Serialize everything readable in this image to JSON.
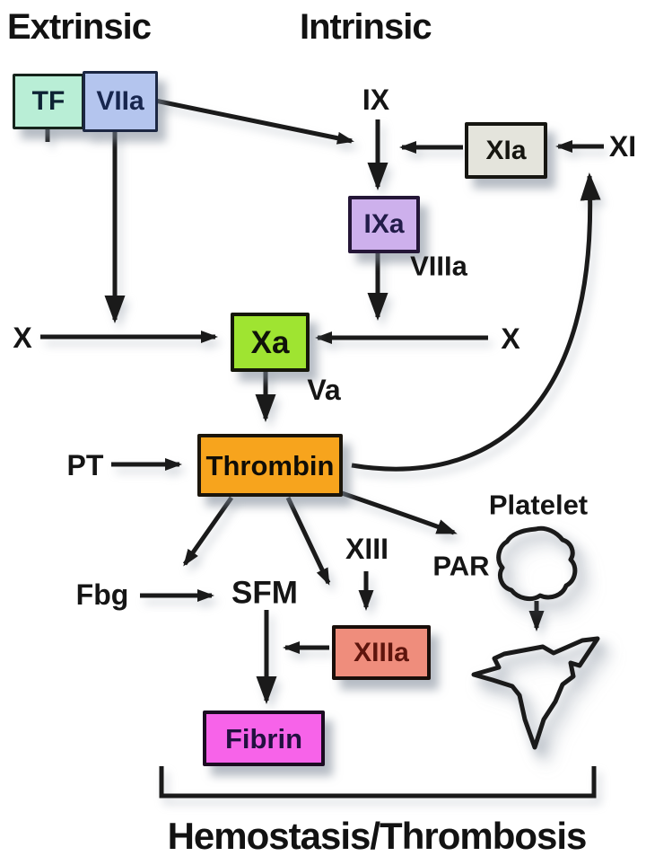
{
  "figure": {
    "title_left": "Extrinsic",
    "title_right": "Intrinsic",
    "caption": "Hemostasis/Thrombosis",
    "nodes": {
      "tf": {
        "label": "TF",
        "fill": "#b9eed6",
        "text": "#0d2233"
      },
      "viia": {
        "label": "VIIa",
        "fill": "#b4c5ee",
        "text": "#17264e"
      },
      "xia": {
        "label": "XIa",
        "fill": "#e4e4dc",
        "text": "#15150f"
      },
      "ixa": {
        "label": "IXa",
        "fill": "#cdb0ec",
        "text": "#221c49"
      },
      "xa": {
        "label": "Xa",
        "fill": "#9fe431",
        "text": "#10120a"
      },
      "thrombin": {
        "label": "Thrombin",
        "fill": "#f7a41d",
        "text": "#0f0d07"
      },
      "xiiia": {
        "label": "XIIIa",
        "fill": "#ef8d7c",
        "text": "#5e150d"
      },
      "fibrin": {
        "label": "Fibrin",
        "fill": "#f763e9",
        "text": "#221040"
      }
    },
    "labels": {
      "ix": "IX",
      "xi": "XI",
      "x_left": "X",
      "x_right": "X",
      "viiia": "VIIIa",
      "va": "Va",
      "pt": "PT",
      "fbg": "Fbg",
      "sfm": "SFM",
      "xiii": "XIII",
      "par": "PAR",
      "platelet": "Platelet"
    },
    "icons": {
      "platelet_resting": "red round platelet blob",
      "platelet_activated": "red spiky activated platelet"
    },
    "colors": {
      "background": "#ffffff",
      "line": "#1a1a1a",
      "platelet_red": "#ee2b3e",
      "shadow": "rgba(122,133,148,0.55)"
    },
    "edges": [
      {
        "from": "TF·VIIa",
        "to": "IX activation (IX→IXa)"
      },
      {
        "from": "VIIa",
        "to": "X→Xa conversion"
      },
      {
        "from": "IX",
        "to": "IXa"
      },
      {
        "from": "XIa",
        "to": "IX activation (IX→IXa)"
      },
      {
        "from": "XI",
        "to": "XIa"
      },
      {
        "from": "IXa",
        "to": "Xa",
        "cofactor": "VIIIa"
      },
      {
        "from": "X (left)",
        "to": "Xa"
      },
      {
        "from": "X (right)",
        "to": "Xa"
      },
      {
        "from": "Xa",
        "to": "Thrombin",
        "cofactor": "Va"
      },
      {
        "from": "PT",
        "to": "Thrombin"
      },
      {
        "from": "Thrombin",
        "to": "XI (feedback loop)"
      },
      {
        "from": "Thrombin",
        "to": "Fbg→SFM conversion"
      },
      {
        "from": "Thrombin",
        "to": "SFM"
      },
      {
        "from": "Thrombin",
        "to": "PAR"
      },
      {
        "from": "Fbg",
        "to": "SFM"
      },
      {
        "from": "XIII",
        "to": "XIIIa"
      },
      {
        "from": "XIIIa",
        "to": "SFM→Fibrin conversion"
      },
      {
        "from": "SFM",
        "to": "Fibrin"
      },
      {
        "from": "Platelet",
        "to": "activated platelet"
      }
    ]
  }
}
